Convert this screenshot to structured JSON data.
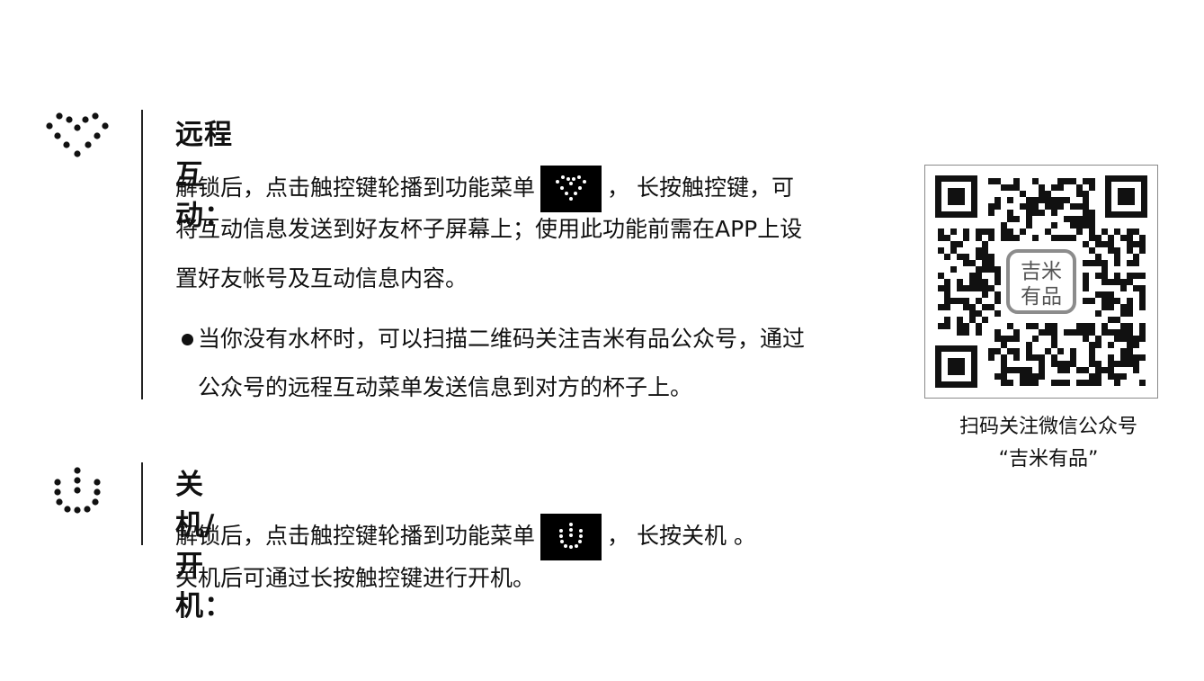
{
  "section_remote": {
    "title": "远程互动：",
    "line1_before": "解锁后，点击触控键轮播到功能菜单",
    "line1_after": "，  长按触控键，可",
    "line2": "将互动信息发送到好友杯子屏幕上；使用此功能前需在APP上设",
    "line3": "置好友帐号及互动信息内容。",
    "bullet_line1": "当你没有水杯时，可以扫描二维码关注吉米有品公众号，通过",
    "bullet_line2": "公众号的远程互动菜单发送信息到对方的杯子上。",
    "icon": "heart-dots-icon"
  },
  "section_power": {
    "title": "关机/开机：",
    "line1_before": "解锁后，点击触控键轮播到功能菜单",
    "line1_after": "，  长按关机 。",
    "line2": "关机后可通过长按触控键进行开机。",
    "icon": "power-dots-icon"
  },
  "qr": {
    "logo_line1": "吉米",
    "logo_line2": "有品",
    "caption_line1": "扫码关注微信公众号",
    "caption_line2": "“吉米有品”"
  }
}
